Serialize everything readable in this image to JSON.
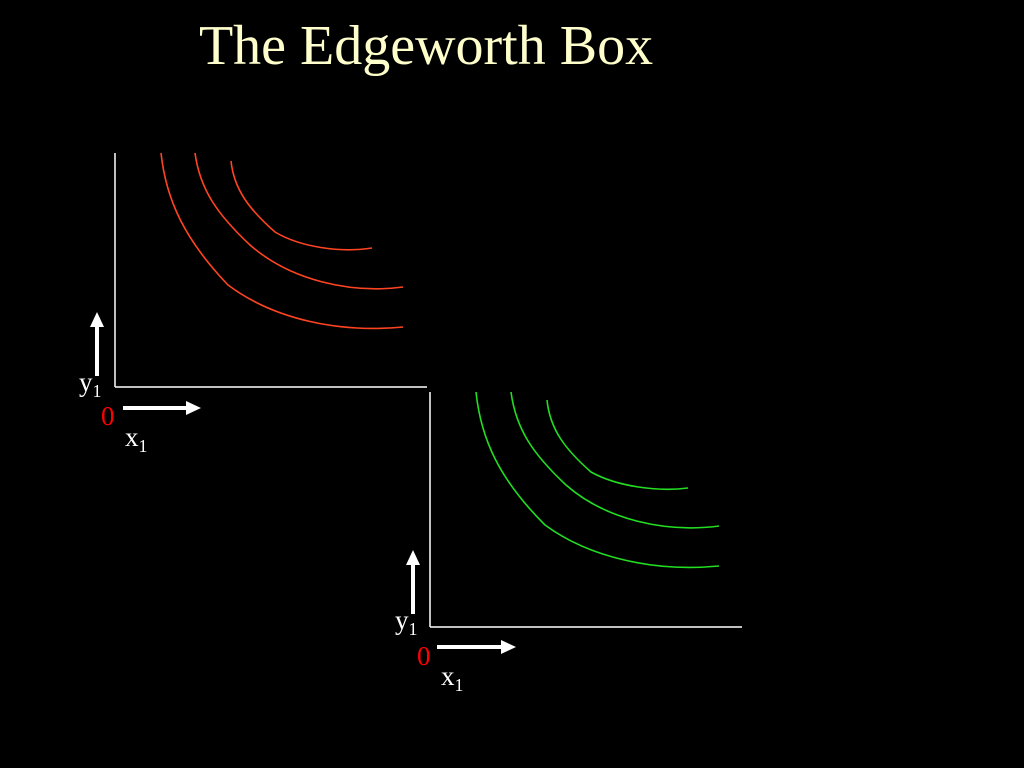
{
  "title": "The Edgeworth Box",
  "colors": {
    "background": "#000000",
    "title": "#ffffcc",
    "axes": "#ffffff",
    "arrows": "#ffffff",
    "origin_label": "#ff0000",
    "axis_labels": "#ffffff",
    "curves_person_1": "#ff4422",
    "curves_person_2": "#22dd22"
  },
  "diagrams": [
    {
      "axis_x_label": "x",
      "axis_x_subscript": "1",
      "axis_y_label": "y",
      "axis_y_subscript": "1",
      "origin_label": "0",
      "indifference_curve_count": 3
    },
    {
      "axis_x_label": "x",
      "axis_x_subscript": "1",
      "axis_y_label": "y",
      "axis_y_subscript": "1",
      "origin_label": "0",
      "indifference_curve_count": 3
    }
  ]
}
